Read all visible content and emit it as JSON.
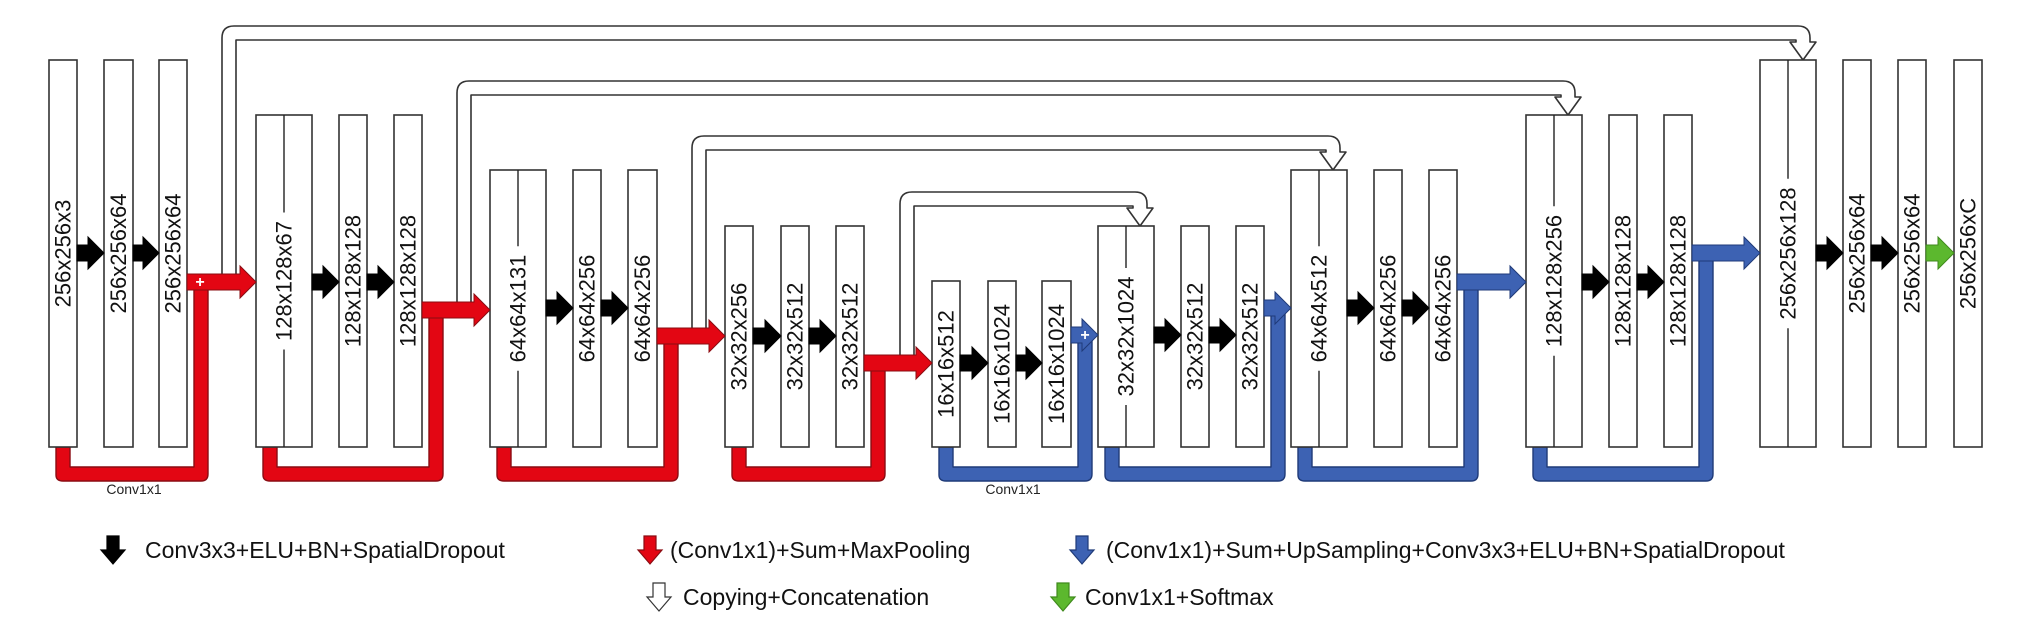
{
  "title": "Residual U-Net architecture diagram",
  "colors": {
    "conv_arrow": "#000000",
    "down_arrow": "#e30613",
    "up_arrow": "#3d62b3",
    "softmax_arrow": "#5cb82e",
    "copy_arrow_fill": "#ffffff",
    "stroke": "#333333"
  },
  "blocks": [
    {
      "label": "256x256x3"
    },
    {
      "label": "256x256x64"
    },
    {
      "label": "256x256x64"
    },
    {
      "label": "128x128x67"
    },
    {
      "label": "128x128x128"
    },
    {
      "label": "128x128x128"
    },
    {
      "label": "64x64x131"
    },
    {
      "label": "64x64x256"
    },
    {
      "label": "64x64x256"
    },
    {
      "label": "32x32x256"
    },
    {
      "label": "32x32x512"
    },
    {
      "label": "32x32x512"
    },
    {
      "label": "16x16x512"
    },
    {
      "label": "16x16x1024"
    },
    {
      "label": "16x16x1024"
    },
    {
      "label": "32x32x1024"
    },
    {
      "label": "32x32x512"
    },
    {
      "label": "32x32x512"
    },
    {
      "label": "64x64x512"
    },
    {
      "label": "64x64x256"
    },
    {
      "label": "64x64x256"
    },
    {
      "label": "128x128x256"
    },
    {
      "label": "128x128x128"
    },
    {
      "label": "128x128x128"
    },
    {
      "label": "256x256x128"
    },
    {
      "label": "256x256x64"
    },
    {
      "label": "256x256x64"
    },
    {
      "label": "256x256xC"
    }
  ],
  "annotations": {
    "conv1x1_encoder": "Conv1x1",
    "conv1x1_bottleneck": "Conv1x1",
    "sum_symbol": "+"
  },
  "legend": [
    {
      "color_key": "conv_arrow",
      "label": "Conv3x3+ELU+BN+SpatialDropout"
    },
    {
      "color_key": "down_arrow",
      "label": "(Conv1x1)+Sum+MaxPooling"
    },
    {
      "color_key": "up_arrow",
      "label": "(Conv1x1)+Sum+UpSampling+Conv3x3+ELU+BN+SpatialDropout"
    },
    {
      "color_key": "copy_arrow_fill",
      "label": "Copying+Concatenation"
    },
    {
      "color_key": "softmax_arrow",
      "label": "Conv1x1+Softmax"
    }
  ]
}
